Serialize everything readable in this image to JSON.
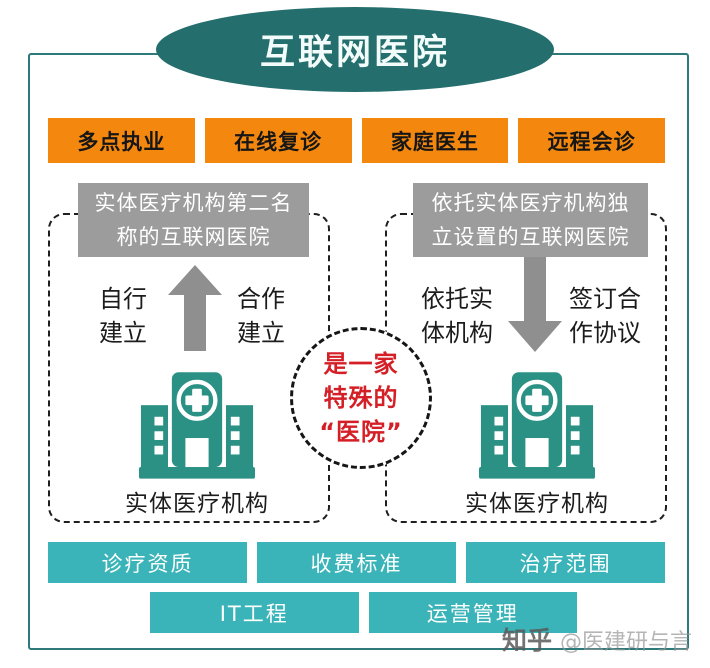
{
  "title": "互联网医院",
  "services": [
    "多点执业",
    "在线复诊",
    "家庭医生",
    "远程会诊"
  ],
  "left_branch": {
    "heading_line1": "实体医疗机构第二名",
    "heading_line2": "称的互联网医院",
    "left_label_line1": "自行",
    "left_label_line2": "建立",
    "right_label_line1": "合作",
    "right_label_line2": "建立",
    "entity": "实体医疗机构"
  },
  "right_branch": {
    "heading_line1": "依托实体医疗机构独",
    "heading_line2": "立设置的互联网医院",
    "left_label_line1": "依托实",
    "left_label_line2": "体机构",
    "right_label_line1": "签订合",
    "right_label_line2": "作协议",
    "entity": "实体医疗机构"
  },
  "center_note": {
    "line1": "是一家",
    "line2": "特殊的",
    "line3": "“医院”"
  },
  "foundation_row1": [
    "诊疗资质",
    "收费标准",
    "治疗范围"
  ],
  "foundation_row2": [
    "IT工程",
    "运营管理"
  ],
  "watermark": {
    "brand": "知乎",
    "author": "@医建研与言"
  },
  "colors": {
    "title_teal": "#256E6E",
    "frame_teal": "#2E7A7A",
    "orange": "#F4880F",
    "bar_teal": "#3AB4B8",
    "icon_teal": "#2B9184",
    "gray_plate": "#9C9C9C",
    "arrow_gray": "#8F8F8F",
    "note_red": "#D41F26"
  }
}
